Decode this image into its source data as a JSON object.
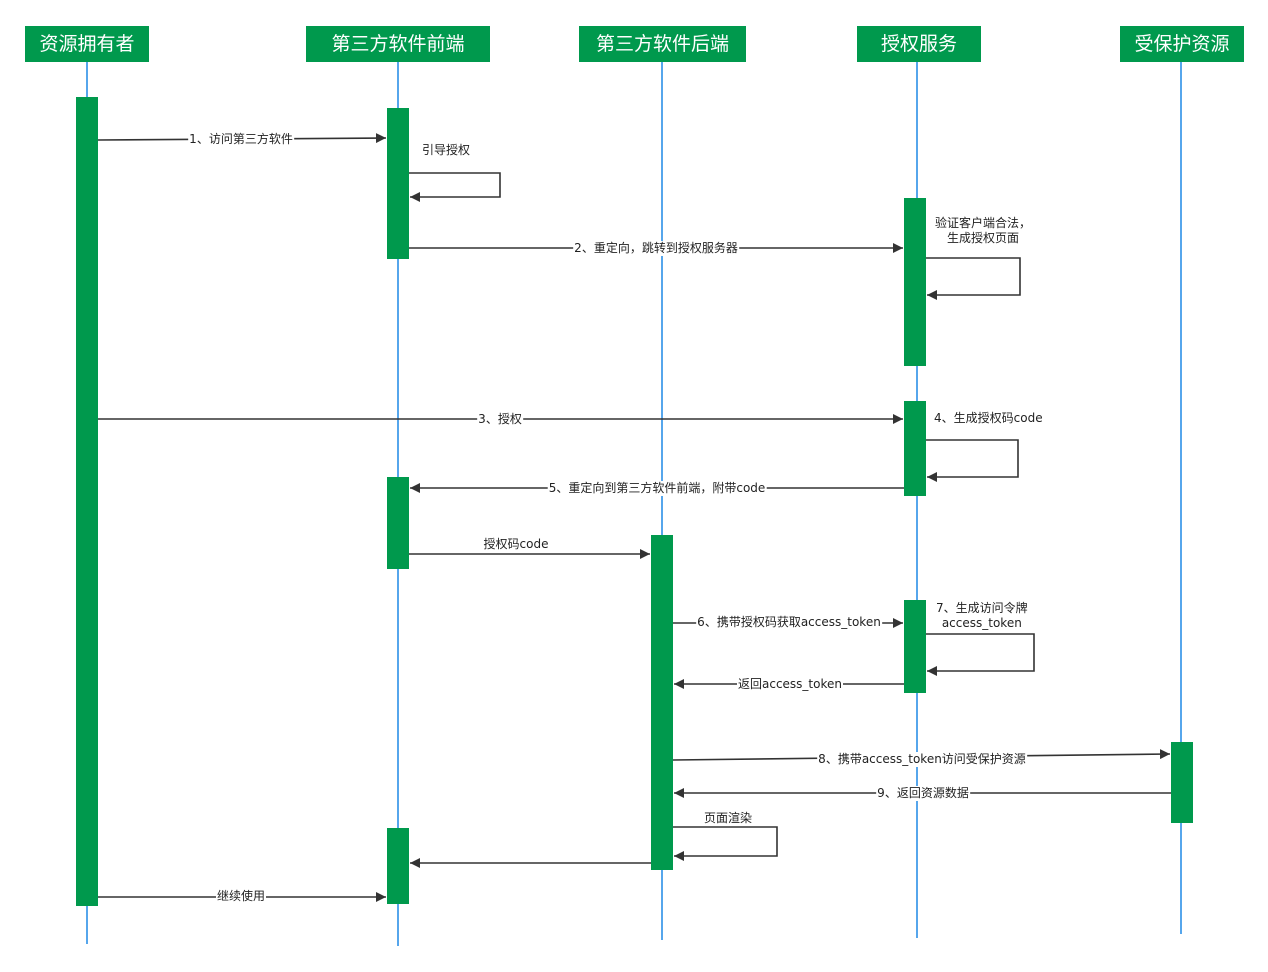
{
  "participants": [
    {
      "name": "资源拥有者"
    },
    {
      "name": "第三方软件前端"
    },
    {
      "name": "第三方软件后端"
    },
    {
      "name": "授权服务"
    },
    {
      "name": "受保护资源"
    }
  ],
  "messages": {
    "m1": "1、访问第三方软件",
    "m_guide": "引导授权",
    "m2": "2、重定向，跳转到授权服务器",
    "m_verify_1": "验证客户端合法，",
    "m_verify_2": "生成授权页面",
    "m3": "3、授权",
    "m4": "4、生成授权码code",
    "m5": "5、重定向到第三方软件前端，附带code",
    "m_code": "授权码code",
    "m6": "6、携带授权码获取access_token",
    "m7_1": "7、生成访问令牌",
    "m7_2": "access_token",
    "m_return_token": "返回access_token",
    "m8": "8、携带access_token访问受保护资源",
    "m9": "9、返回资源数据",
    "m_render": "页面渲染",
    "m_continue": "继续使用"
  },
  "colors": {
    "header_bg": "#00994d",
    "activation": "#00994d",
    "lifeline": "#1e88e5",
    "arrow": "#333333"
  }
}
